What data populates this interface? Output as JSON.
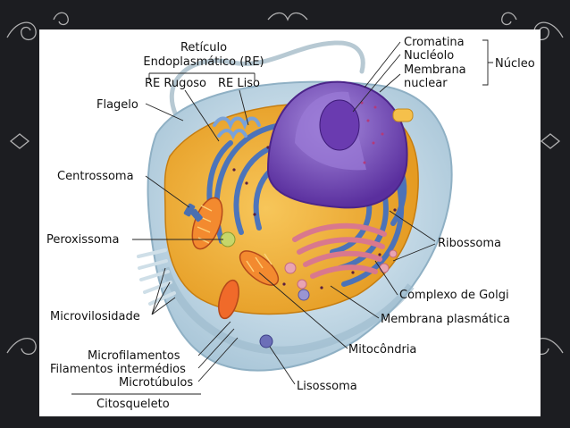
{
  "diagram": {
    "labels": {
      "re_title_line1": "Retículo",
      "re_title_line2": "Endoplasmático (RE)",
      "re_rugoso": "RE Rugoso",
      "re_liso": "RE Liso",
      "flagelo": "Flagelo",
      "centrossoma": "Centrossoma",
      "peroxissoma": "Peroxissoma",
      "microvilosidade": "Microvilosidade",
      "microfilamentos": "Microfilamentos",
      "filamentos_intermedios": "Filamentos intermédios",
      "microtubulos": "Microtúbulos",
      "citosqueleto": "Citosqueleto",
      "cromatina": "Cromatina",
      "nucleolo": "Nucléolo",
      "membrana_nuclear_line1": "Membrana",
      "membrana_nuclear_line2": "nuclear",
      "nucleo": "Núcleo",
      "ribossoma": "Ribossoma",
      "complexo_golgi": "Complexo de Golgi",
      "membrana_plasmatica": "Membrana plasmática",
      "mitocondria": "Mitocôndria",
      "lisossoma": "Lisossoma"
    },
    "colors": {
      "background": "#1c1d21",
      "panel": "#ffffff",
      "cell_membrane": "#cfe3ef",
      "cytoplasm": "#f2b23a",
      "er": "#3f6fc4",
      "nucleus": "#7b4fbf",
      "golgi": "#e48fa0",
      "mitochondria": "#f07a2a",
      "leader_line": "#222222"
    }
  }
}
